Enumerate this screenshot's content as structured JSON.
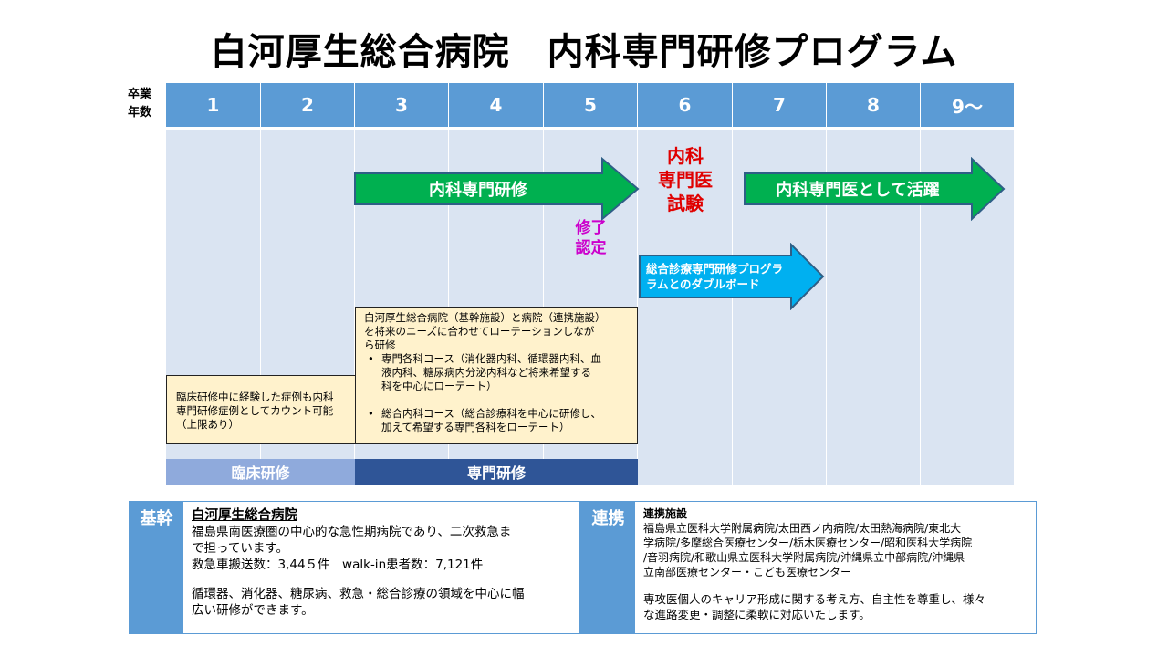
{
  "title": "白河厚生総合病院　内科専門研修プログラム",
  "year_label": [
    "卒業",
    "年数"
  ],
  "years": [
    "1",
    "2",
    "3",
    "4",
    "5",
    "6",
    "7",
    "8",
    "9〜"
  ],
  "arrows": {
    "internal_training": "内科専門研修",
    "active_specialist": "内科専門医として活躍",
    "double_board": [
      "総合診療専門研修プログラ",
      "ラムとのダブルボード"
    ]
  },
  "exam": [
    "内科",
    "専門医",
    "試験"
  ],
  "completion": [
    "修了",
    "認定"
  ],
  "notes": {
    "clinical": [
      "臨床研修中に経験した症例も内科",
      "専門研修症例としてカウント可能",
      "（上限あり）"
    ],
    "specialty_intro": [
      "白河厚生総合病院（基幹施設）と病院（連携施設）",
      "を将来のニーズに合わせてローテーションしなが",
      "ら研修"
    ],
    "course1": [
      "専門各科コース（消化器内科、循環器内科、血",
      "液内科、糖尿病内分泌内科など将来希望する",
      "科を中心にローテート）"
    ],
    "course2": [
      "総合内科コース（総合診療科を中心に研修し、",
      "加えて希望する専門各科をローテート）"
    ]
  },
  "bars": {
    "clinical": "臨床研修",
    "specialty": "専門研修"
  },
  "base": {
    "tag": "基幹",
    "name": "白河厚生総合病院",
    "desc": [
      "福島県南医療圏の中心的な急性期病院であり、二次救急ま",
      "で担っています。"
    ],
    "stats": "救急車搬送数：3,44５件　walk-in患者数：7,121件",
    "fields": [
      "循環器、消化器、糖尿病、救急・総合診療の領域を中心に幅",
      "広い研修ができます。"
    ]
  },
  "partner": {
    "tag": "連携",
    "title": "連携施設",
    "list": [
      "福島県立医科大学附属病院/太田西ノ内病院/太田熱海病院/東北大",
      "学病院/多摩総合医療センター/栃木医療センター/昭和医科大学病院",
      "/音羽病院/和歌山県立医科大学附属病院/沖縄県立中部病院/沖縄県",
      "立南部医療センター・こども医療センター"
    ],
    "policy": [
      "専攻医個人のキャリア形成に関する考え方、自主性を尊重し、様々",
      "な進路変更・調整に柔軟に対応いたします。"
    ]
  },
  "colors": {
    "header": "#5b9bd5",
    "column": "#dae4f2",
    "green_arrow": "#00b050",
    "blue_arrow": "#00b0f0",
    "note": "#fff2cc",
    "bar_light": "#8faadc",
    "bar_dark": "#2f5597",
    "red": "#e00000",
    "magenta": "#cc00cc"
  }
}
